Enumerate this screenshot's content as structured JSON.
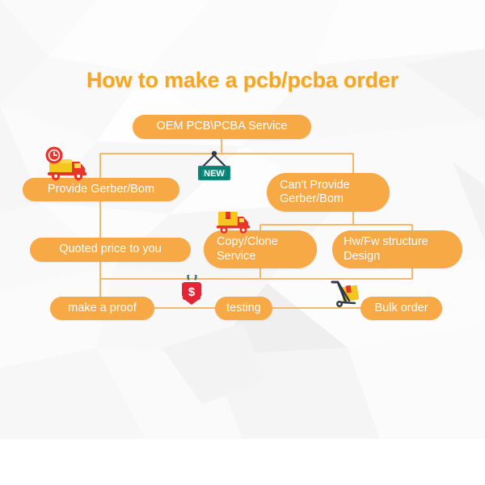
{
  "page": {
    "title": "How to make a pcb/pcba order",
    "accent_color": "#F5A623",
    "pill_color": "#F6A945",
    "pill_text_color": "#FFFFFF",
    "connector_color": "#F3B86A",
    "background_color": "#FFFFFF"
  },
  "flow": {
    "nodes": [
      {
        "id": "oem-service",
        "label": "OEM PCB\\PCBA Service"
      },
      {
        "id": "provide-gerber",
        "label": "Provide Gerber/Bom"
      },
      {
        "id": "cant-provide",
        "label": "Can't Provide\nGerber/Bom"
      },
      {
        "id": "quoted-price",
        "label": "Quoted price to you"
      },
      {
        "id": "copy-clone",
        "label": "Copy/Clone\nService"
      },
      {
        "id": "hw-fw-design",
        "label": "Hw/Fw structure\nDesign"
      },
      {
        "id": "make-a-proof",
        "label": "make a proof"
      },
      {
        "id": "testing",
        "label": "testing"
      },
      {
        "id": "bulk-order",
        "label": "Bulk order"
      }
    ],
    "icons": [
      {
        "id": "delivery-truck-clock-icon",
        "meaning": "truck-with-clock"
      },
      {
        "id": "new-hanging-sign-icon",
        "meaning": "new-sign",
        "label": "NEW",
        "color": "#0E8A7D"
      },
      {
        "id": "delivery-truck-box-icon",
        "meaning": "truck-with-box"
      },
      {
        "id": "price-tag-icon",
        "meaning": "price-tag",
        "label": "$",
        "color": "#E32636"
      },
      {
        "id": "hand-truck-icon",
        "meaning": "hand-truck-with-box"
      }
    ]
  }
}
